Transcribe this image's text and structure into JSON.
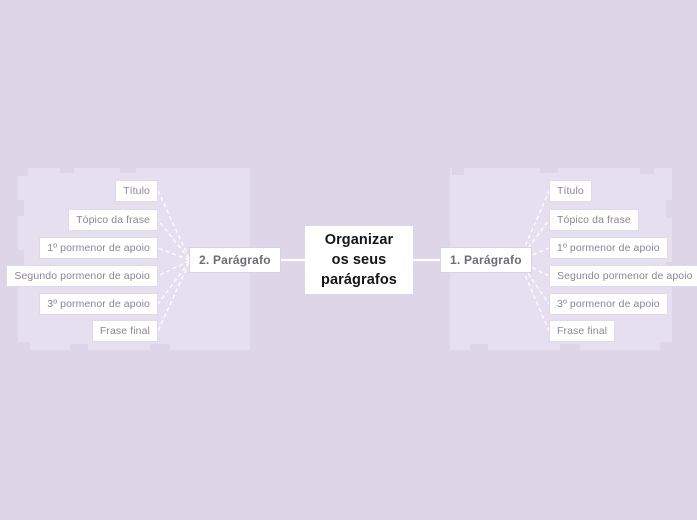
{
  "mindmap": {
    "background_color": "#ded5e9",
    "halo_color": "#e6dff0",
    "node_fill": "#ffffff",
    "connector_color": "#ffffff",
    "center": {
      "line1": "Organizar",
      "line2": "os seus",
      "line3": "parágrafos"
    },
    "branches": [
      {
        "side": "left",
        "label": "2. Parágrafo",
        "children": [
          "Título",
          "Tópico da frase",
          "1º pormenor de apoio",
          "Segundo pormenor de apoio",
          "3º pormenor de apoio",
          "Frase final"
        ]
      },
      {
        "side": "right",
        "label": "1. Parágrafo",
        "children": [
          "Título",
          "Tópico da frase",
          "1º pormenor de apoio",
          "Segundo pormenor de apoio",
          "3º pormenor de apoio",
          "Frase final"
        ]
      }
    ]
  }
}
